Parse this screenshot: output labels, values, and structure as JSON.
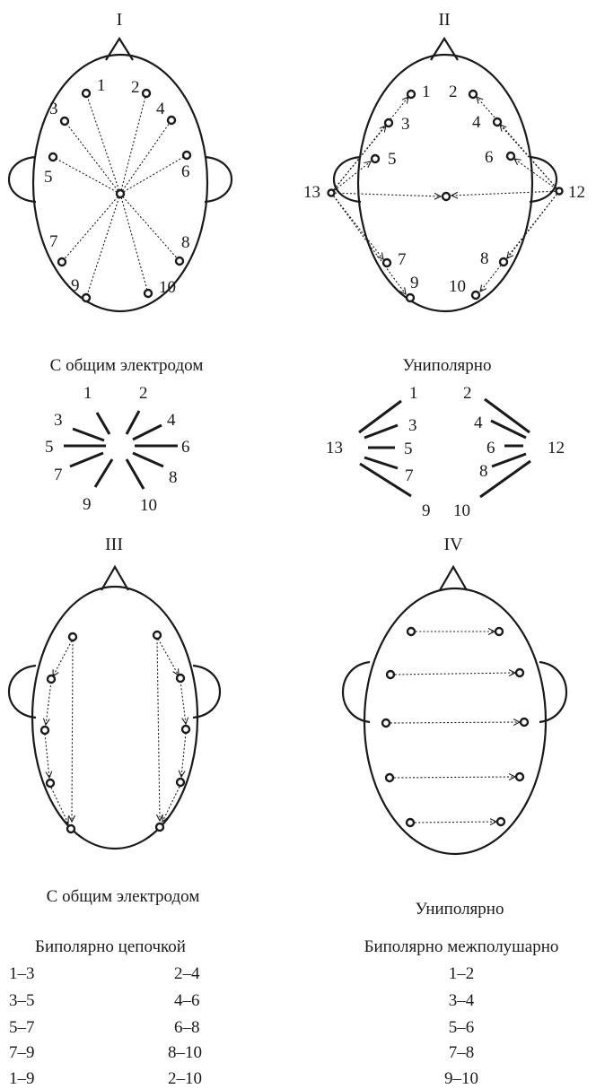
{
  "panels": {
    "p1": {
      "roman": "I",
      "caption": "С общим электродом",
      "labels": [
        "1",
        "2",
        "3",
        "4",
        "5",
        "6",
        "7",
        "8",
        "9",
        "10"
      ],
      "legend_labels": [
        "1",
        "2",
        "3",
        "4",
        "5",
        "6",
        "7",
        "8",
        "9",
        "10"
      ]
    },
    "p2": {
      "roman": "II",
      "caption": "Униполярно",
      "labels": [
        "1",
        "2",
        "3",
        "4",
        "5",
        "6",
        "7",
        "8",
        "9",
        "10",
        "12",
        "13"
      ],
      "legend_labels": [
        "1",
        "2",
        "3",
        "4",
        "5",
        "6",
        "7",
        "8",
        "9",
        "10",
        "12",
        "13"
      ]
    },
    "p3": {
      "roman": "III",
      "caption": "С общим электродом"
    },
    "p4": {
      "roman": "IV",
      "caption": "Униполярно"
    }
  },
  "bipolar_chain": {
    "title": "Биполярно цепочкой",
    "left": [
      "1–3",
      "3–5",
      "5–7",
      "7–9",
      "1–9"
    ],
    "right": [
      "2–4",
      "4–6",
      "6–8",
      "8–10",
      "2–10"
    ]
  },
  "bipolar_interhemispheric": {
    "title": "Биполярно межполушарно",
    "pairs": [
      "1–2",
      "3–4",
      "5–6",
      "7–8",
      "9–10"
    ]
  }
}
